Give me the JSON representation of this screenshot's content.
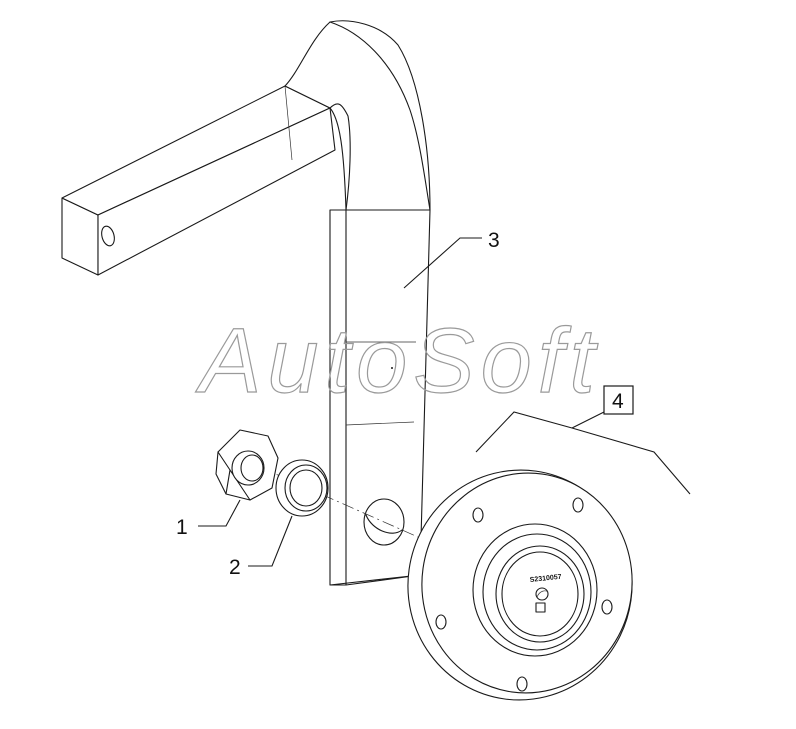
{
  "watermark": "AutoSoft",
  "callouts": [
    {
      "id": "1",
      "label": "1",
      "part": "hex-nut"
    },
    {
      "id": "2",
      "label": "2",
      "part": "washer"
    },
    {
      "id": "3",
      "label": "3",
      "part": "bracket-arm"
    },
    {
      "id": "4",
      "label": "4",
      "part": "hub-assembly"
    }
  ],
  "hub_stamp": "S2310057",
  "colors": {
    "line": "#1a1a1a",
    "watermark": "#9a9a9a",
    "background": "#ffffff"
  }
}
